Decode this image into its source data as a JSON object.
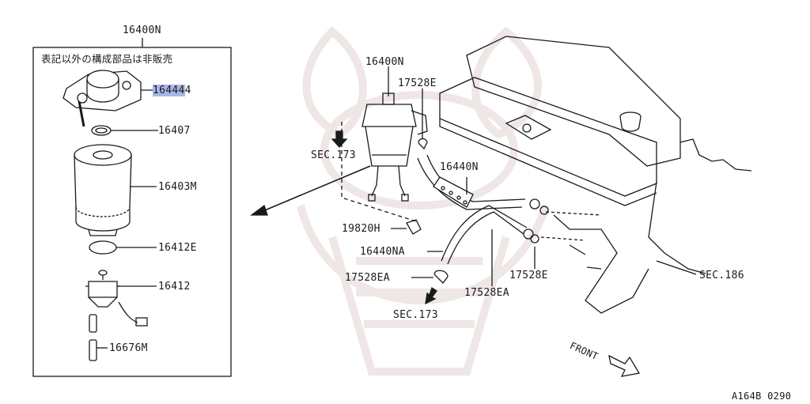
{
  "inset": {
    "title": "16400N",
    "note": "表記以外の構成部品は非販売"
  },
  "parts": {
    "p16444": "16444",
    "p16444_tail": "4",
    "p16407": "16407",
    "p16403M": "16403M",
    "p16412E": "16412E",
    "p16412": "16412",
    "p16676M": "16676M",
    "p16400N": "16400N",
    "p17528E_top": "17528E",
    "sec173_top": "SEC.173",
    "p16440N": "16440N",
    "p19820H": "19820H",
    "p16440NA": "16440NA",
    "p17528EA_left": "17528EA",
    "sec173_bottom": "SEC.173",
    "p17528EA_mid": "17528EA",
    "p17528E_right": "17528E",
    "sec186": "SEC.186"
  },
  "front_label": "FRONT",
  "figure_code": "A164B 0290",
  "colors": {
    "line": "#1a1a1a",
    "highlight": "#a9b7e8",
    "watermark": "#efe8e8"
  }
}
